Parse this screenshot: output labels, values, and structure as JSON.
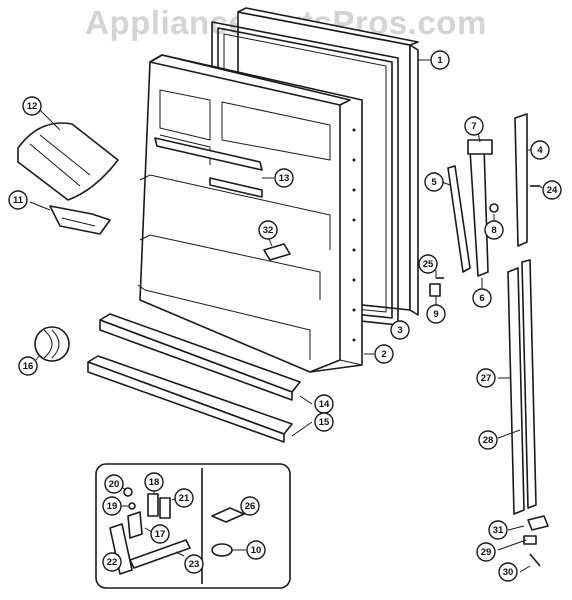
{
  "watermark": "AppliancePartsPros.com",
  "callouts": [
    {
      "id": "1",
      "label": "1"
    },
    {
      "id": "2",
      "label": "2"
    },
    {
      "id": "3",
      "label": "3"
    },
    {
      "id": "4",
      "label": "4"
    },
    {
      "id": "5",
      "label": "5"
    },
    {
      "id": "6",
      "label": "6"
    },
    {
      "id": "7",
      "label": "7"
    },
    {
      "id": "8",
      "label": "8"
    },
    {
      "id": "9",
      "label": "9"
    },
    {
      "id": "10",
      "label": "10"
    },
    {
      "id": "11",
      "label": "11"
    },
    {
      "id": "12",
      "label": "12"
    },
    {
      "id": "13",
      "label": "13"
    },
    {
      "id": "14",
      "label": "14"
    },
    {
      "id": "15",
      "label": "15"
    },
    {
      "id": "16",
      "label": "16"
    },
    {
      "id": "17",
      "label": "17"
    },
    {
      "id": "18",
      "label": "18"
    },
    {
      "id": "19",
      "label": "19"
    },
    {
      "id": "20",
      "label": "20"
    },
    {
      "id": "21",
      "label": "21"
    },
    {
      "id": "22",
      "label": "22"
    },
    {
      "id": "23",
      "label": "23"
    },
    {
      "id": "24",
      "label": "24"
    },
    {
      "id": "25",
      "label": "25"
    },
    {
      "id": "26",
      "label": "26"
    },
    {
      "id": "27",
      "label": "27"
    },
    {
      "id": "28",
      "label": "28"
    },
    {
      "id": "29",
      "label": "29"
    },
    {
      "id": "30",
      "label": "30"
    },
    {
      "id": "31",
      "label": "31"
    },
    {
      "id": "32",
      "label": "32"
    }
  ]
}
